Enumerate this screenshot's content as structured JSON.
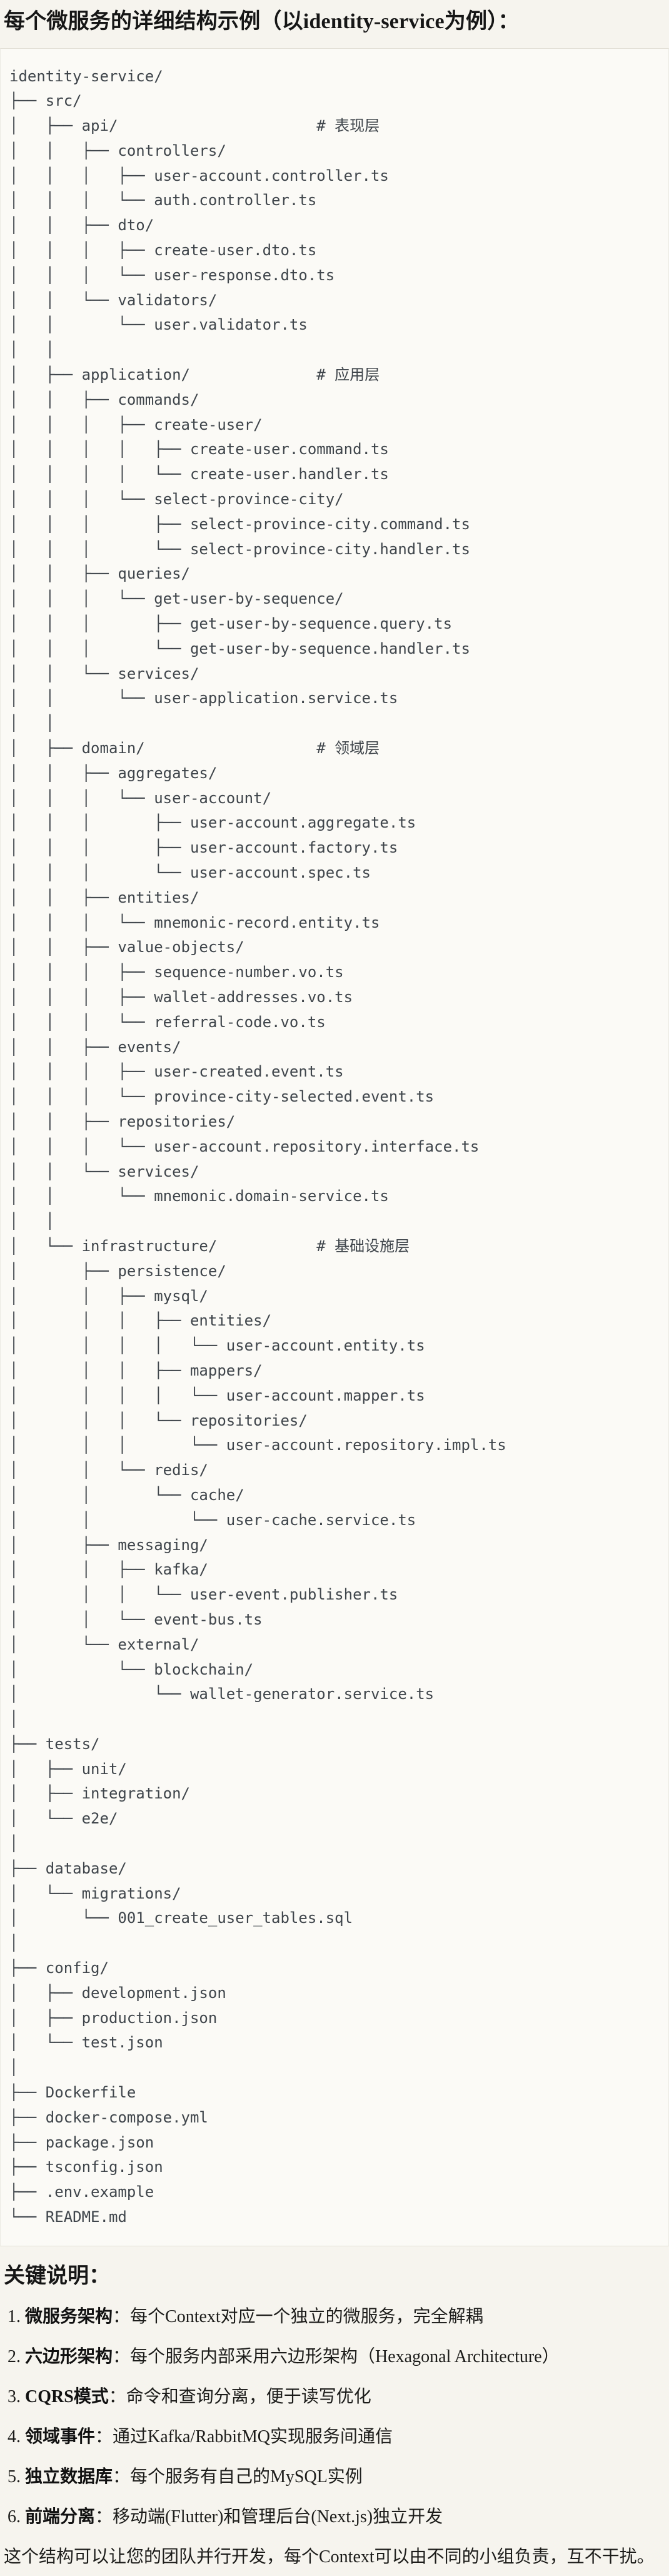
{
  "header": {
    "title": "每个微服务的详细结构示例（以identity-service为例）："
  },
  "code_block": {
    "language": "plain-text-directory-tree",
    "tree": "identity-service/\n├── src/\n│   ├── api/                      # 表现层\n│   │   ├── controllers/\n│   │   │   ├── user-account.controller.ts\n│   │   │   └── auth.controller.ts\n│   │   ├── dto/\n│   │   │   ├── create-user.dto.ts\n│   │   │   └── user-response.dto.ts\n│   │   └── validators/\n│   │       └── user.validator.ts\n│   │\n│   ├── application/              # 应用层\n│   │   ├── commands/\n│   │   │   ├── create-user/\n│   │   │   │   ├── create-user.command.ts\n│   │   │   │   └── create-user.handler.ts\n│   │   │   └── select-province-city/\n│   │   │       ├── select-province-city.command.ts\n│   │   │       └── select-province-city.handler.ts\n│   │   ├── queries/\n│   │   │   └── get-user-by-sequence/\n│   │   │       ├── get-user-by-sequence.query.ts\n│   │   │       └── get-user-by-sequence.handler.ts\n│   │   └── services/\n│   │       └── user-application.service.ts\n│   │\n│   ├── domain/                   # 领域层\n│   │   ├── aggregates/\n│   │   │   └── user-account/\n│   │   │       ├── user-account.aggregate.ts\n│   │   │       ├── user-account.factory.ts\n│   │   │       └── user-account.spec.ts\n│   │   ├── entities/\n│   │   │   └── mnemonic-record.entity.ts\n│   │   ├── value-objects/\n│   │   │   ├── sequence-number.vo.ts\n│   │   │   ├── wallet-addresses.vo.ts\n│   │   │   └── referral-code.vo.ts\n│   │   ├── events/\n│   │   │   ├── user-created.event.ts\n│   │   │   └── province-city-selected.event.ts\n│   │   ├── repositories/\n│   │   │   └── user-account.repository.interface.ts\n│   │   └── services/\n│   │       └── mnemonic.domain-service.ts\n│   │\n│   └── infrastructure/           # 基础设施层\n│       ├── persistence/\n│       │   ├── mysql/\n│       │   │   ├── entities/\n│       │   │   │   └── user-account.entity.ts\n│       │   │   ├── mappers/\n│       │   │   │   └── user-account.mapper.ts\n│       │   │   └── repositories/\n│       │   │       └── user-account.repository.impl.ts\n│       │   └── redis/\n│       │       └── cache/\n│       │           └── user-cache.service.ts\n│       ├── messaging/\n│       │   ├── kafka/\n│       │   │   └── user-event.publisher.ts\n│       │   └── event-bus.ts\n│       └── external/\n│           └── blockchain/\n│               └── wallet-generator.service.ts\n│\n├── tests/\n│   ├── unit/\n│   ├── integration/\n│   └── e2e/\n│\n├── database/\n│   └── migrations/\n│       └── 001_create_user_tables.sql\n│\n├── config/\n│   ├── development.json\n│   ├── production.json\n│   └── test.json\n│\n├── Dockerfile\n├── docker-compose.yml\n├── package.json\n├── tsconfig.json\n├── .env.example\n└── README.md"
  },
  "notes": {
    "heading": "关键说明：",
    "items": [
      {
        "num": "1.",
        "label": "微服务架构",
        "text": "：每个Context对应一个独立的微服务，完全解耦"
      },
      {
        "num": "2.",
        "label": "六边形架构",
        "text": "：每个服务内部采用六边形架构（Hexagonal Architecture）"
      },
      {
        "num": "3.",
        "label": "CQRS模式",
        "text": "：命令和查询分离，便于读写优化"
      },
      {
        "num": "4.",
        "label": "领域事件",
        "text": "：通过Kafka/RabbitMQ实现服务间通信"
      },
      {
        "num": "5.",
        "label": "独立数据库",
        "text": "：每个服务有自己的MySQL实例"
      },
      {
        "num": "6.",
        "label": "前端分离",
        "text": "：移动端(Flutter)和管理后台(Next.js)独立开发"
      }
    ],
    "closing": "这个结构可以让您的团队并行开发，每个Context可以由不同的小组负责，互不干扰。"
  },
  "colors": {
    "page_bg": "#f6f4ee",
    "code_bg": "#fbfaf6",
    "code_border": "#e2dfd6",
    "code_text": "#3f454b",
    "body_text": "#1c1c1a"
  }
}
